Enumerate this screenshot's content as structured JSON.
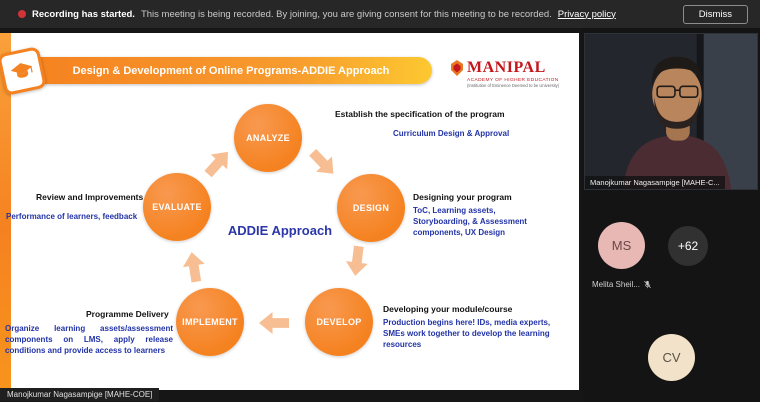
{
  "banner": {
    "bold": "Recording has started.",
    "message": "This meeting is being recorded. By joining, you are giving consent for this meeting to be recorded.",
    "link": "Privacy policy",
    "dismiss": "Dismiss"
  },
  "slide": {
    "title": "Design & Development of Online Programs-ADDIE Approach",
    "center_label": "ADDIE Approach",
    "logo": {
      "name": "MANIPAL",
      "line1": "ACADEMY OF HIGHER EDUCATION",
      "line2": "(Institution of Eminence Deemed to be University)"
    },
    "stages": [
      {
        "label": "ANALYZE",
        "heading": "Establish the specification of the program",
        "detail": "Curriculum Design & Approval"
      },
      {
        "label": "DESIGN",
        "heading": "Designing your program",
        "detail": "ToC, Learning assets, Storyboarding, & Assessment components, UX Design"
      },
      {
        "label": "DEVELOP",
        "heading": "Developing your module/course",
        "detail": "Production begins here! IDs, media experts, SMEs work together to develop the learning resources"
      },
      {
        "label": "IMPLEMENT",
        "heading": "Programme Delivery",
        "detail": "Organize learning assets/assessment components on LMS, apply release conditions and provide access to learners"
      },
      {
        "label": "EVALUATE",
        "heading": "Review and Improvements",
        "detail": "Performance of learners, feedback"
      }
    ],
    "presenter_label": "Manojkumar Nagasampige [MAHE-COE]"
  },
  "side_panel": {
    "video_name": "Manojkumar Nagasampige [MAHE-C...",
    "participants": [
      {
        "initials": "MS",
        "name": "Melita Sheil...",
        "muted": true
      },
      {
        "badge": "+62"
      },
      {
        "initials": "CV"
      }
    ]
  },
  "colors": {
    "stage_orange": "#F58220",
    "arrow_peach": "#F6BE92",
    "annotation_blue": "#2233A7",
    "logo_red": "#C4161C",
    "recording_red": "#d13438"
  }
}
